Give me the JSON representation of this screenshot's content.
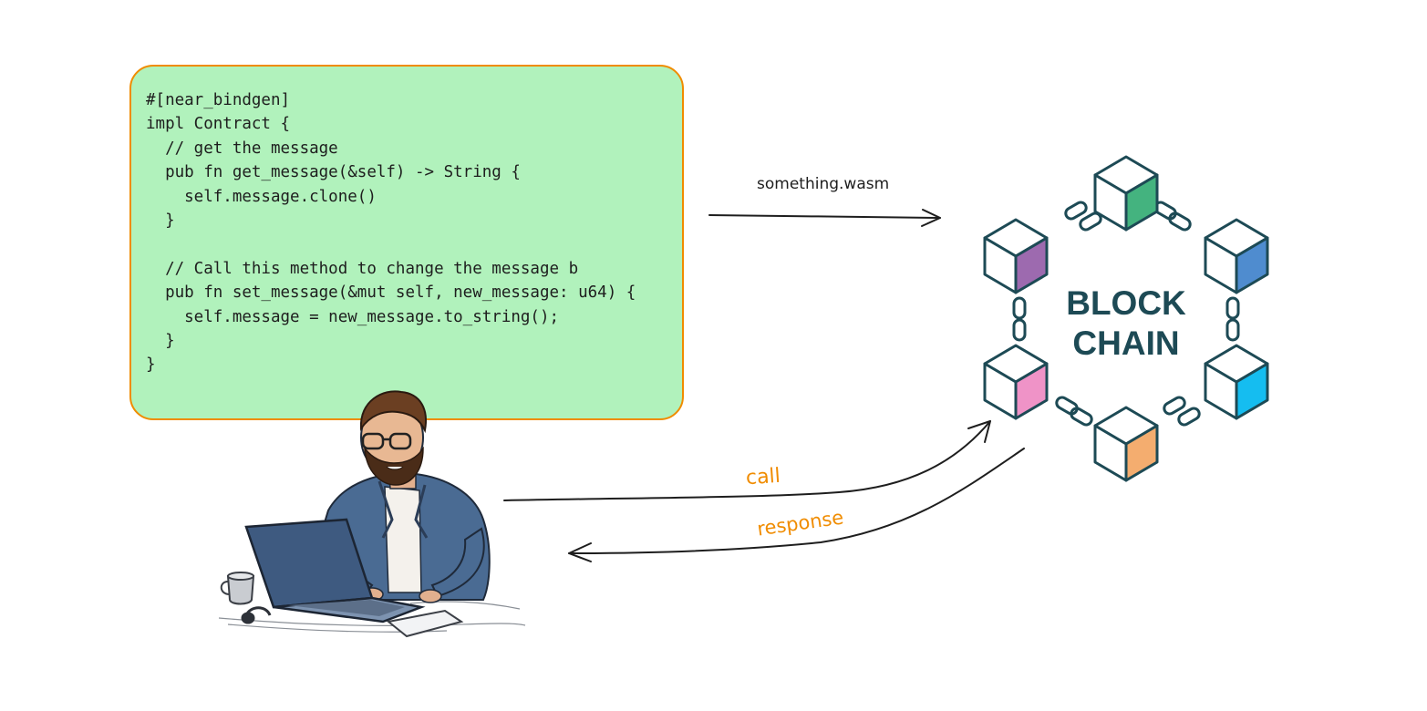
{
  "code_lines": [
    "#[near_bindgen]",
    "impl Contract {",
    "  // get the message",
    "  pub fn get_message(&self) -> String {",
    "    self.message.clone()",
    "  }",
    "",
    "  // Call this method to change the message b",
    "  pub fn set_message(&mut self, new_message: u64) {",
    "    self.message = new_message.to_string();",
    "  }",
    "}"
  ],
  "labels": {
    "wasm": "something.wasm",
    "call": "call",
    "response": "response"
  },
  "blockchain": {
    "line1": "BLOCK",
    "line2": "CHAIN",
    "block_colors": [
      "#44b37f",
      "#4f8ccf",
      "#15bdf0",
      "#f4ad6f",
      "#ef93c7",
      "#9d6aaf"
    ]
  },
  "colors": {
    "code_bg": "#b1f2bc",
    "code_border": "#f08c00",
    "accent": "#f08c00",
    "ink": "#1e1e1e",
    "block_stroke": "#1d4a55"
  }
}
